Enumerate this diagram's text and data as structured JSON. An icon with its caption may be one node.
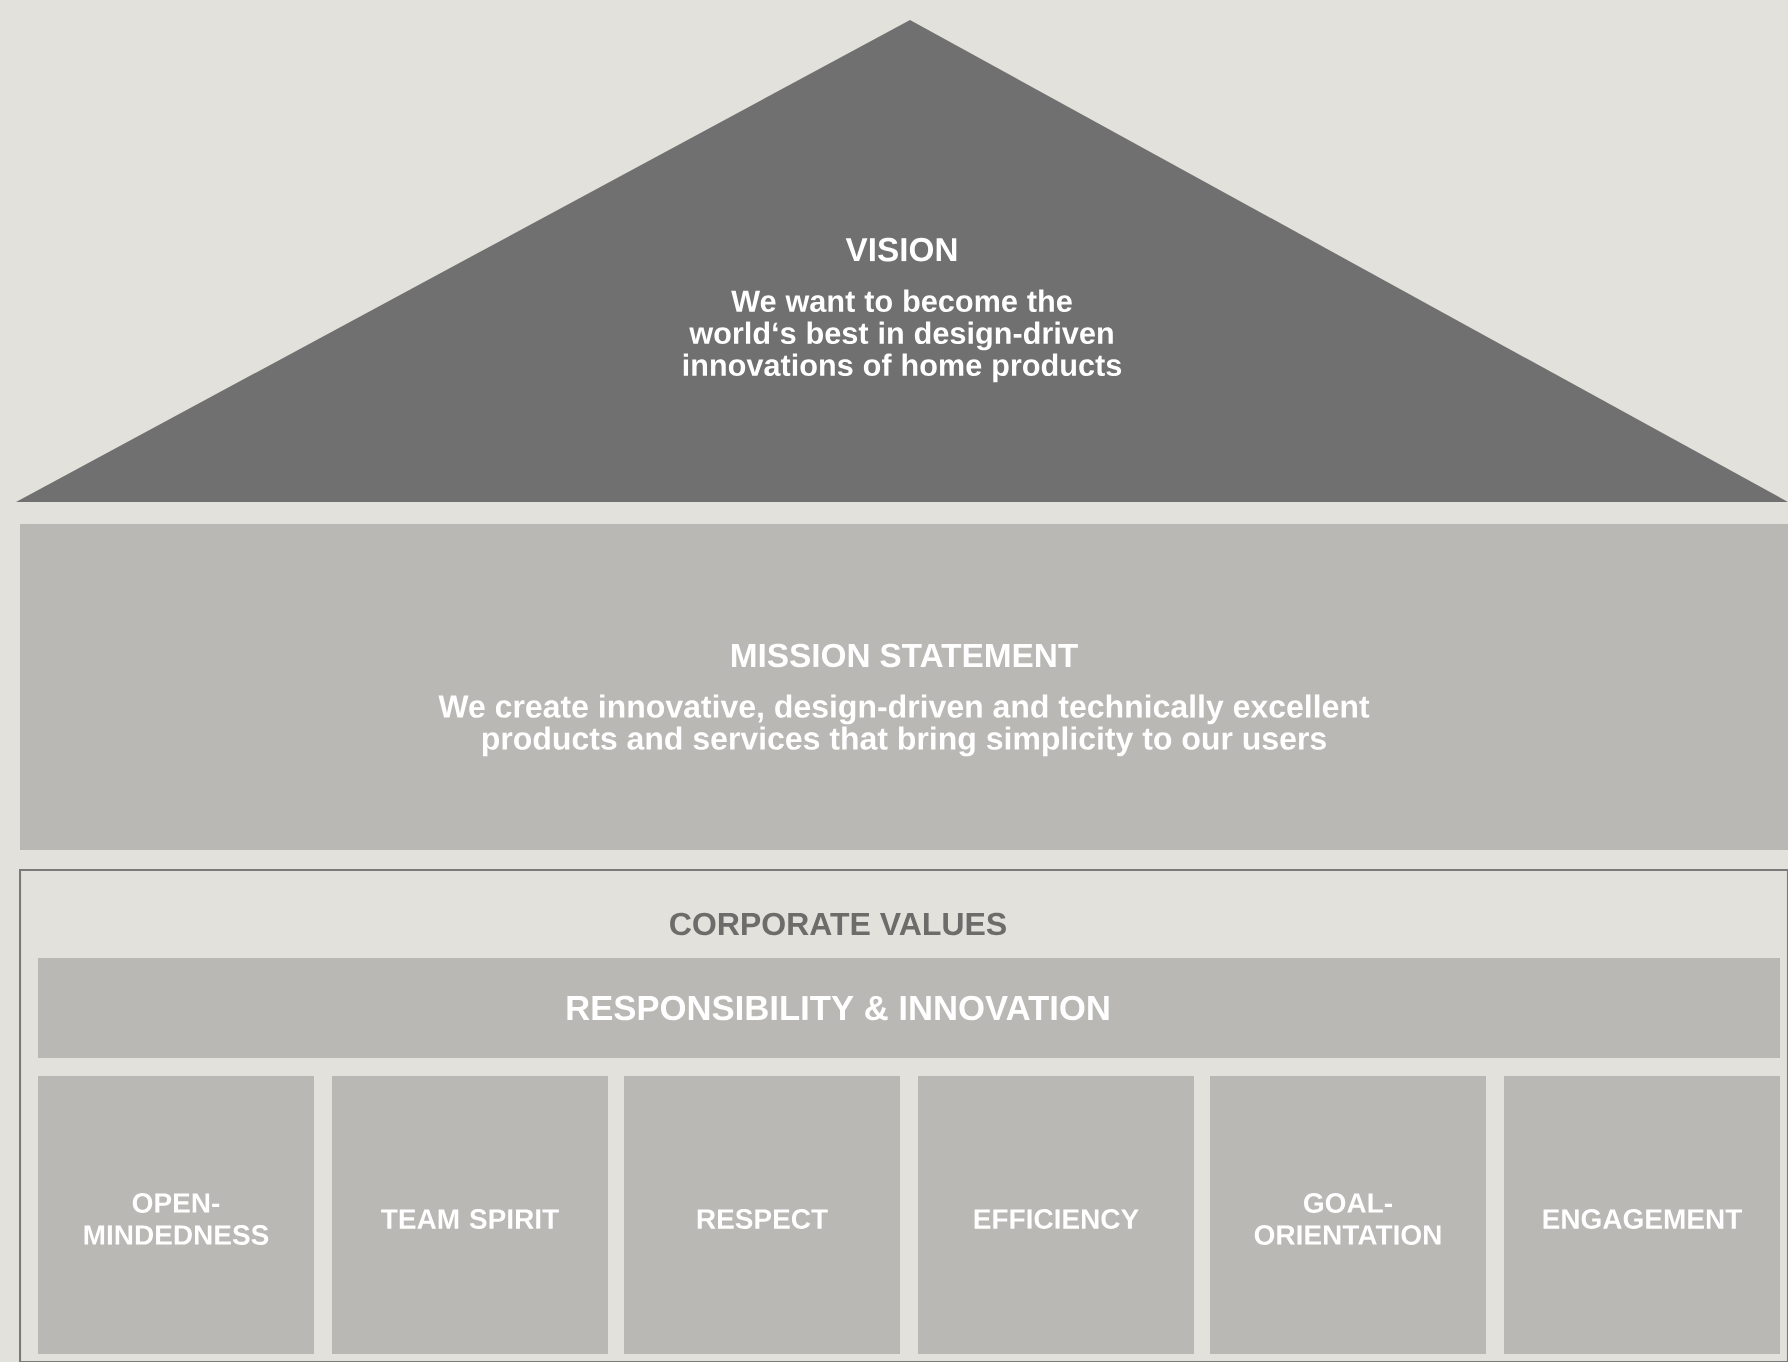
{
  "diagram": {
    "nodes": [
      {
        "text": [
          "VISION",
          "We want to become the world‘s best in design-driven innovations of home products"
        ]
      },
      {
        "text": [
          "MISSION STATEMENT",
          "We create innovative, design-driven and technically excellent products and services that bring simplicity to our users"
        ]
      },
      {
        "text": [
          "CORPORATE VALUES"
        ]
      },
      {
        "text": [
          "RESPONSIBILITY & INNOVATION"
        ],
        "in": 2
      },
      {
        "text": [
          "OPEN- MINDEDNESS"
        ],
        "in": 2
      },
      {
        "text": [
          "TEAM SPIRIT"
        ],
        "in": 2
      },
      {
        "text": [
          "RESPECT"
        ],
        "in": 2
      },
      {
        "text": [
          "EFFICIENCY"
        ],
        "in": 2
      },
      {
        "text": [
          "GOAL- ORIENTATION"
        ],
        "in": 2
      },
      {
        "text": [
          "ENGAGEMENT"
        ],
        "in": 2
      }
    ]
  }
}
